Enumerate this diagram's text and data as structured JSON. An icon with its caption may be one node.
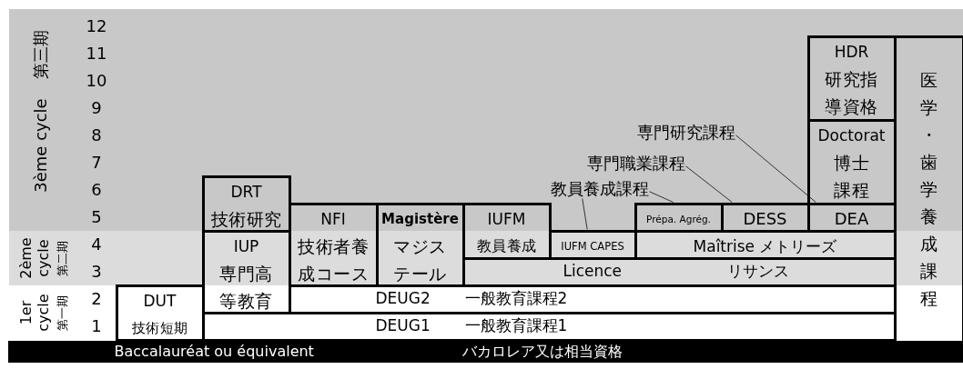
{
  "diagram": {
    "nodes": [
      {
        "text": [
          "HDR",
          "研究指導資格"
        ]
      },
      {
        "text": [
          "医学・歯学養成課程"
        ]
      },
      {
        "text": [
          "Doctorat",
          "博士課程"
        ]
      },
      {
        "text": [
          "専門研究課程"
        ]
      },
      {
        "text": [
          "専門職業課程"
        ]
      },
      {
        "text": [
          "教員養成課程"
        ]
      },
      {
        "text": [
          "DRT",
          "技術研究"
        ]
      },
      {
        "text": [
          "NFI",
          "技術者養成コース"
        ]
      },
      {
        "text": [
          "Magistère",
          "マジステール"
        ]
      },
      {
        "text": [
          "IUFM",
          "教員養成"
        ]
      },
      {
        "text": [
          "Prépa. Agrég."
        ]
      },
      {
        "text": [
          "DESS"
        ]
      },
      {
        "text": [
          "DEA"
        ]
      },
      {
        "text": [
          "IUP",
          "専門高等教育"
        ]
      },
      {
        "text": [
          "IUFM CAPES"
        ]
      },
      {
        "text": [
          "Maîtrise メトリーズ"
        ]
      },
      {
        "text": [
          "Licence",
          "リサンス"
        ]
      },
      {
        "text": [
          "DUT",
          "技術短期"
        ]
      },
      {
        "text": [
          "DEUG2",
          "一般教育課程2"
        ]
      },
      {
        "text": [
          "DEUG1",
          "一般教育課程1"
        ]
      },
      {
        "text": [
          "Baccalauréat ou équivalent",
          "バカロレア又は相当資格"
        ]
      }
    ],
    "edges": [
      {
        "from": 5,
        "to": 14,
        "arrow": "none"
      },
      {
        "from": 5,
        "to": 10,
        "arrow": "none"
      },
      {
        "from": 4,
        "to": 11,
        "arrow": "none"
      },
      {
        "from": 3,
        "to": 12,
        "arrow": "none"
      }
    ],
    "labels": [
      "第三期",
      "3ème cycle",
      "12",
      "11",
      "10",
      "9",
      "8",
      "7",
      "6",
      "5",
      "2ème cycle",
      "第二期",
      "4",
      "3",
      "1er cycle",
      "第一期",
      "2",
      "1"
    ]
  }
}
